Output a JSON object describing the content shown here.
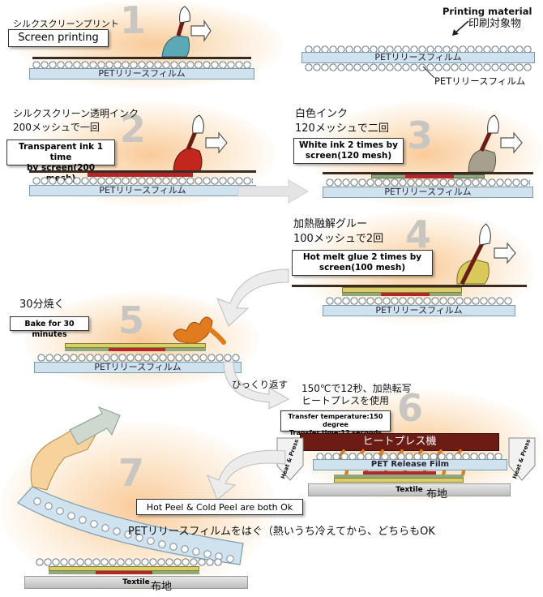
{
  "step_numbers": [
    "1",
    "2",
    "3",
    "4",
    "5",
    "6",
    "7"
  ],
  "step1": {
    "jp_label": "シルクスクリーンプリント",
    "en_label": "Screen printing",
    "film_label": "PETリリースフィルム"
  },
  "printing_material": {
    "en_label": "Printing material",
    "jp_label": "印刷対象物",
    "film_label": "PETリリースフィルム",
    "film_callout": "PETリリースフィルム"
  },
  "step2": {
    "jp_label": "シルクスクリーン透明インク\n200メッシュで一回",
    "en_label": "Transparent ink 1 time\nby screen(200 mesh)",
    "film_label": "PETリリースフィルム"
  },
  "step3": {
    "jp_label": "白色インク\n120メッシュで二回",
    "en_label": "White ink 2 times by\nscreen(120 mesh)",
    "film_label": "PETリリースフィルム"
  },
  "step4": {
    "jp_label": "加熱融解グルー\n100メッシュで2回",
    "en_label": "Hot melt glue 2 times by\nscreen(100 mesh)",
    "film_label": "PETリリースフィルム"
  },
  "step5": {
    "jp_label": "30分焼く",
    "en_label": "Bake for 30 minutes",
    "film_label": "PETリリースフィルム"
  },
  "flip_label": "ひっくり返す",
  "step6": {
    "jp_label": "150℃で12秒、加熱転写\nヒートプレスを使用",
    "en_label": "Transfer temperature:150 degree\nTransfer time:12 seconds",
    "press_label": "ヒートプレス機",
    "heat_press_left": "Heat & Press",
    "heat_press_right": "Heat & Press",
    "film_label": "PET Release Film",
    "textile_label": "Textile",
    "textile_jp": "布地"
  },
  "step7": {
    "peel_label": "Hot Peel & Cold Peel are both Ok",
    "jp_label": "PETリリースフィルムをはぐ（熱いうち冷えてから、どちらもOK",
    "textile_label": "Textile",
    "textile_jp": "布地"
  },
  "colors": {
    "film": "#cfe2ee",
    "red_ink": "#b3272a",
    "white_ink": "#8fa880",
    "glue": "#d9cf6a",
    "press": "#6b1c14",
    "flame": "#e07b1e",
    "squeegee_teal": "#5aa9b5",
    "squeegee_red": "#c2261c",
    "squeegee_gray": "#a6a18f",
    "squeegee_yellow": "#d9c85a"
  }
}
